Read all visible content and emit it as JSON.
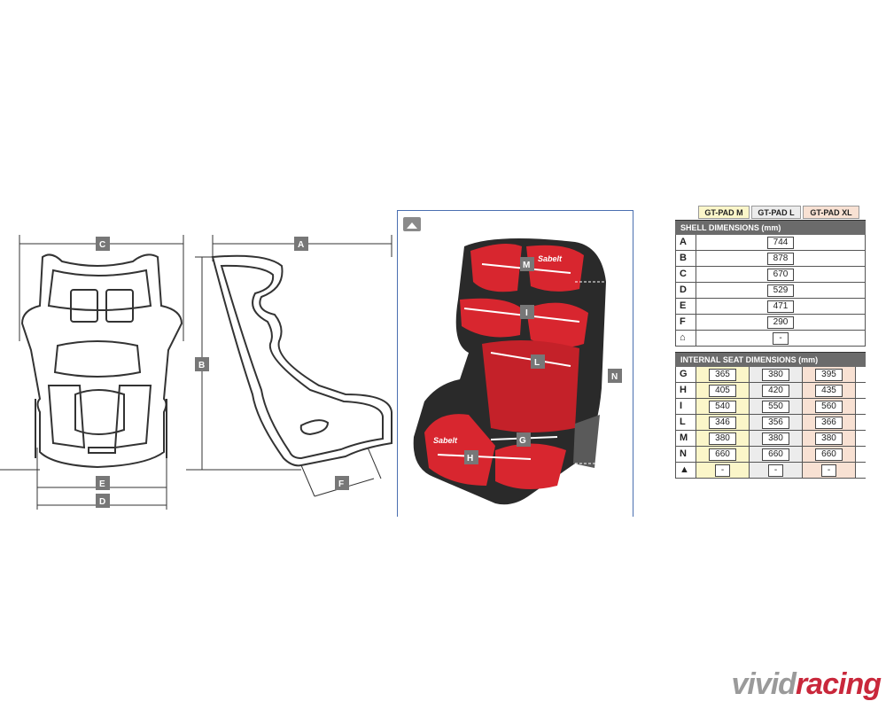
{
  "diagram": {
    "front_labels": [
      "C",
      "E",
      "D"
    ],
    "side_labels": [
      "A",
      "B",
      "F"
    ],
    "photo_labels": [
      "M",
      "I",
      "L",
      "N",
      "G",
      "H"
    ],
    "photo_brand": "Sabelt"
  },
  "table": {
    "models": [
      "GT-PAD M",
      "GT-PAD L",
      "GT-PAD XL"
    ],
    "shell_title": "SHELL DIMENSIONS (mm)",
    "shell_rows": [
      {
        "key": "A",
        "value": "744"
      },
      {
        "key": "B",
        "value": "878"
      },
      {
        "key": "C",
        "value": "670"
      },
      {
        "key": "D",
        "value": "529"
      },
      {
        "key": "E",
        "value": "471"
      },
      {
        "key": "F",
        "value": "290"
      },
      {
        "key": "weight-icon",
        "value": "-"
      }
    ],
    "internal_title": "INTERNAL SEAT DIMENSIONS (mm)",
    "internal_rows": [
      {
        "key": "G",
        "m": "365",
        "l": "380",
        "xl": "395"
      },
      {
        "key": "H",
        "m": "405",
        "l": "420",
        "xl": "435"
      },
      {
        "key": "I",
        "m": "540",
        "l": "550",
        "xl": "560"
      },
      {
        "key": "L",
        "m": "346",
        "l": "356",
        "xl": "366"
      },
      {
        "key": "M",
        "m": "380",
        "l": "380",
        "xl": "380"
      },
      {
        "key": "N",
        "m": "660",
        "l": "660",
        "xl": "660"
      },
      {
        "key": "person-icon",
        "m": "-",
        "l": "-",
        "xl": "-"
      }
    ]
  },
  "logo": {
    "part1": "vivid",
    "part2": "racing"
  },
  "colors": {
    "seat_red": "#d8262f",
    "seat_dark": "#1c1c1c",
    "frame_blue": "#4a6fb0"
  }
}
